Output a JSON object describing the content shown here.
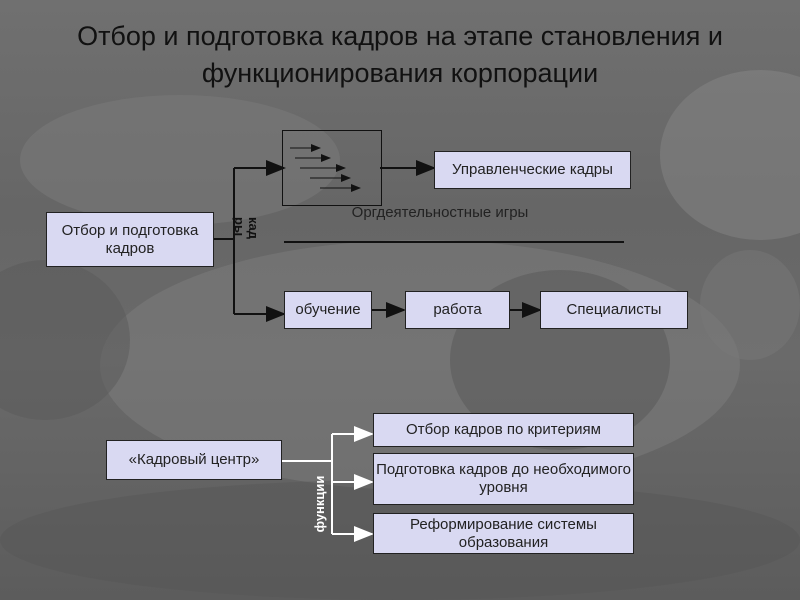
{
  "title": {
    "line1": "Отбор и подготовка кадров на этапе становления и",
    "line2": "функционирования корпорации"
  },
  "diagram_top": {
    "source_box": "Отбор и подготовка кадров",
    "vertical_label": "кад ры",
    "managers_box": "Управленческие кадры",
    "games_label": "Оргдеятельностные игры",
    "training_box": "обучение",
    "work_box": "работа",
    "specialists_box": "Специалисты"
  },
  "diagram_bottom": {
    "center_box": "«Кадровый центр»",
    "vertical_label": "функции",
    "functions": [
      "Отбор кадров по критериям",
      "Подготовка кадров до необходимого уровня",
      "Реформирование системы образования"
    ]
  },
  "colors": {
    "box_fill": "#d9d9f2",
    "line": "#111111"
  }
}
